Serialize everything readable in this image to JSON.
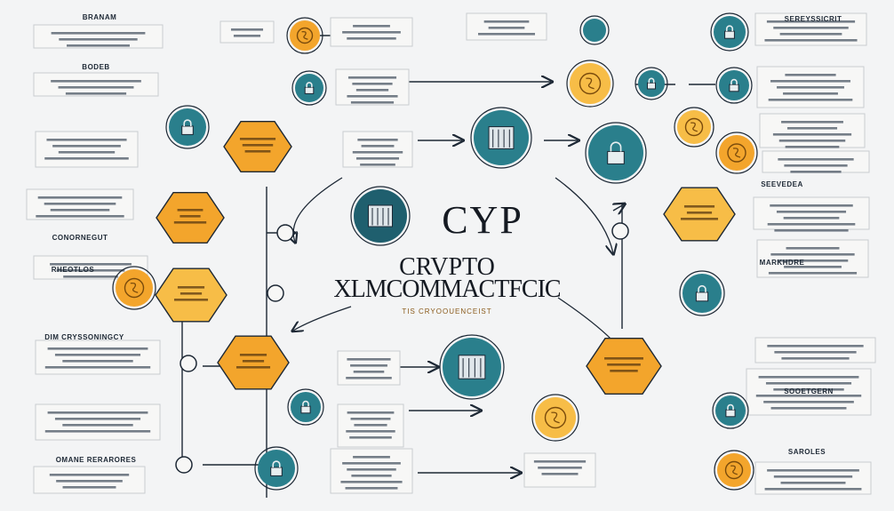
{
  "title": {
    "line1": "CYP",
    "line2": "CRVPTO",
    "line3": "XLMCOMMACTFCIC",
    "caption": "TIS CRYOOUENCEIST"
  },
  "left_labels": [
    "BRANAM",
    "BODEB",
    "CONORNEGUT",
    "RHEOTLOS",
    "DIM CRYSSONINGCY",
    "OMANE RERARORES"
  ],
  "right_labels": [
    "SEREYSSICRIT",
    "SEEVEDEA",
    "MARKHDRE",
    "SOOETGERN",
    "SAROLES"
  ],
  "colors": {
    "orange": "#f3a52c",
    "orange_light": "#f7bd47",
    "teal": "#2a7f8c",
    "teal_dark": "#1f5f6e",
    "ink": "#1d2835",
    "box": "#f7f7f6"
  }
}
